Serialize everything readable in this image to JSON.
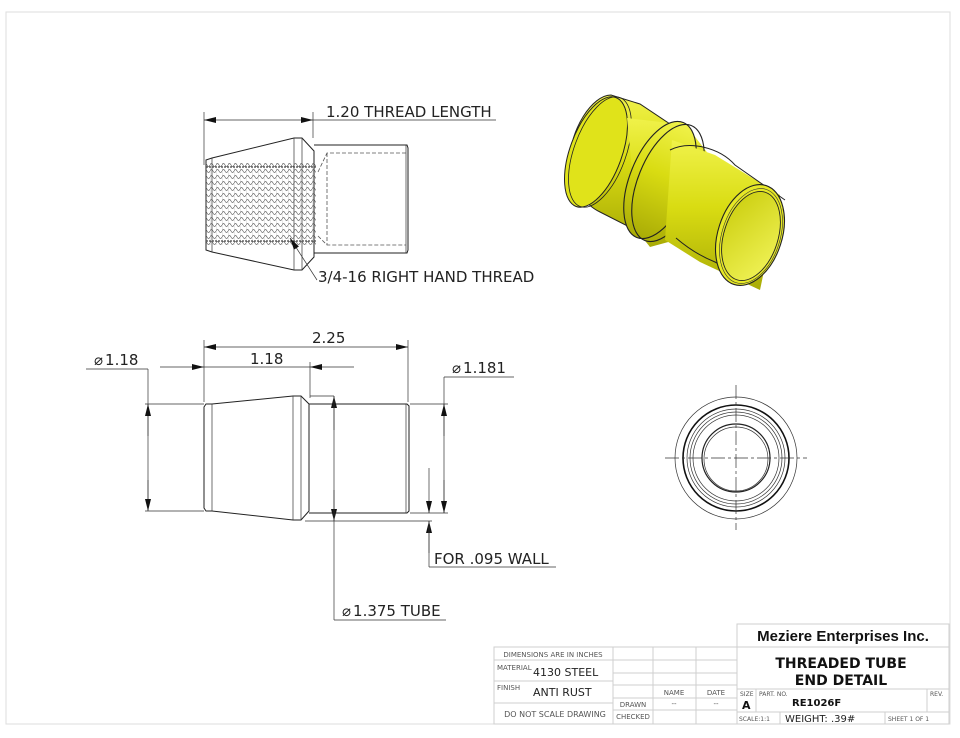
{
  "drawing": {
    "thread_view": {
      "thread_length_label": "1.20 THREAD LENGTH",
      "thread_callout": "3/4-16 RIGHT HAND THREAD"
    },
    "side_view": {
      "overall_length": "2.25",
      "taper_length": "1.18",
      "small_end_diameter": "1.18",
      "small_end_diameter_symbol": "⌀",
      "shoulder_diameter": "1.181",
      "shoulder_diameter_symbol": "⌀",
      "wall_note": "FOR .095 WALL",
      "tube_diameter": "1.375 TUBE",
      "tube_diameter_symbol": "⌀"
    },
    "iso_view": {
      "color": "#e3e61a",
      "shade_color": "#b9bb0e"
    },
    "end_view": {}
  },
  "title_block": {
    "dimensions_note": "DIMENSIONS ARE IN INCHES",
    "material_label": "MATERIAL",
    "material_value": "4130 STEEL",
    "finish_label": "FINISH",
    "finish_value": "ANTI RUST",
    "scale_note": "DO NOT SCALE DRAWING",
    "name_header": "NAME",
    "date_header": "DATE",
    "drawn_label": "DRAWN",
    "drawn_name": "--",
    "drawn_date": "--",
    "checked_label": "CHECKED",
    "company": "Meziere Enterprises Inc.",
    "title_line1": "THREADED TUBE",
    "title_line2": "END DETAIL",
    "size_label": "SIZE",
    "size_value": "A",
    "part_no_label": "PART. NO.",
    "part_no_value": "RE1026F",
    "rev_label": "REV.",
    "scale_label": "SCALE:1:1",
    "weight": "WEIGHT: .39#",
    "sheet": "SHEET 1 OF 1"
  }
}
